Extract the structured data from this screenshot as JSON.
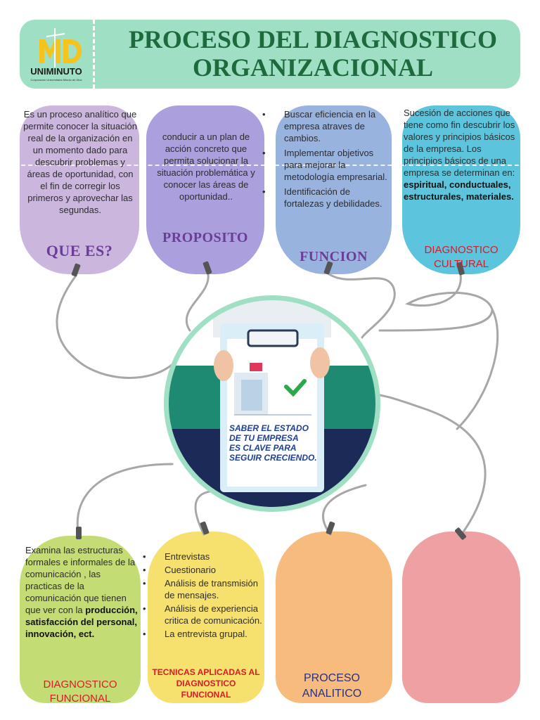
{
  "header": {
    "title_line1": "PROCESO DEL DIAGNOSTICO",
    "title_line2": "ORGANIZACIONAL",
    "logo_text": "UNIMINUTO",
    "logo_subtext": "Corporación Universitaria Minuto de Dios",
    "logo_letters": "MD"
  },
  "tags_top": [
    {
      "text": "Es un proceso analítico que permite conocer la situación real de la organización en un momento dado para descubrir problemas y áreas de oportunidad, con el fin de corregir los primeros y aprovechar las segundas.",
      "heading": "QUE ES?"
    },
    {
      "text": "conducir a un plan de acción concreto que permita solucionar la situación problemática y conocer las áreas de oportunidad..",
      "heading": "PROPOSITO"
    },
    {
      "bullets": [
        "Buscar eficiencia en la empresa atraves de cambios.",
        "Implementar objetivos para mejorar la metodología empresarial.",
        "Identificación de fortalezas y debilidades."
      ],
      "heading": "FUNCION"
    },
    {
      "text_plain": "Sucesión de acciones que tiene como fin descubrir los valores y principios básicos de la empresa. Los principios básicos de una empresa se determinan en: ",
      "text_bold": "espiritual, conductuales, estructurales, materiales.",
      "heading_line1": "DIAGNOSTICO",
      "heading_line2": "CULTURAL"
    }
  ],
  "tags_bottom": [
    {
      "text_plain": "Examina las estructuras formales e informales de la comunicación , las practicas de la comunicación que tienen que ver con la ",
      "text_bold": "producción, satisfacción del personal, innovación, ect.",
      "heading_line1": "DIAGNOSTICO",
      "heading_line2": "FUNCIONAL"
    },
    {
      "bullets": [
        "Entrevistas",
        "Cuestionario",
        "Análisis de transmisión de mensajes.",
        "Análisis de experiencia critica de comunicación.",
        "La entrevista grupal."
      ],
      "heading_line1": "TECNICAS APLICADAS AL",
      "heading_line2": "DIAGNOSTICO",
      "heading_line3": "FUNCIONAL"
    },
    {
      "heading_line1": "PROCESO",
      "heading_line2": "ANALITICO"
    },
    {}
  ],
  "center_image": {
    "line1": "SABER EL ESTADO",
    "line2": "DE TU EMPRESA",
    "line3": "ES CLAVE PARA",
    "line4": "SEGUIR CRECIENDO."
  },
  "colors": {
    "header_bg": "#9fe0c5",
    "title": "#1d6b3c",
    "tag1": "#cbb6de",
    "tag2": "#ab9fdd",
    "tag3": "#98b3de",
    "tag4": "#5cc4dd",
    "tag5": "#c4dc74",
    "tag6": "#f6e16f",
    "tag7": "#f7bc7d",
    "tag8": "#eea0a2",
    "heading_purple": "#6a3d96",
    "heading_red": "#d81b2a",
    "heading_navy": "#2a2f80"
  }
}
